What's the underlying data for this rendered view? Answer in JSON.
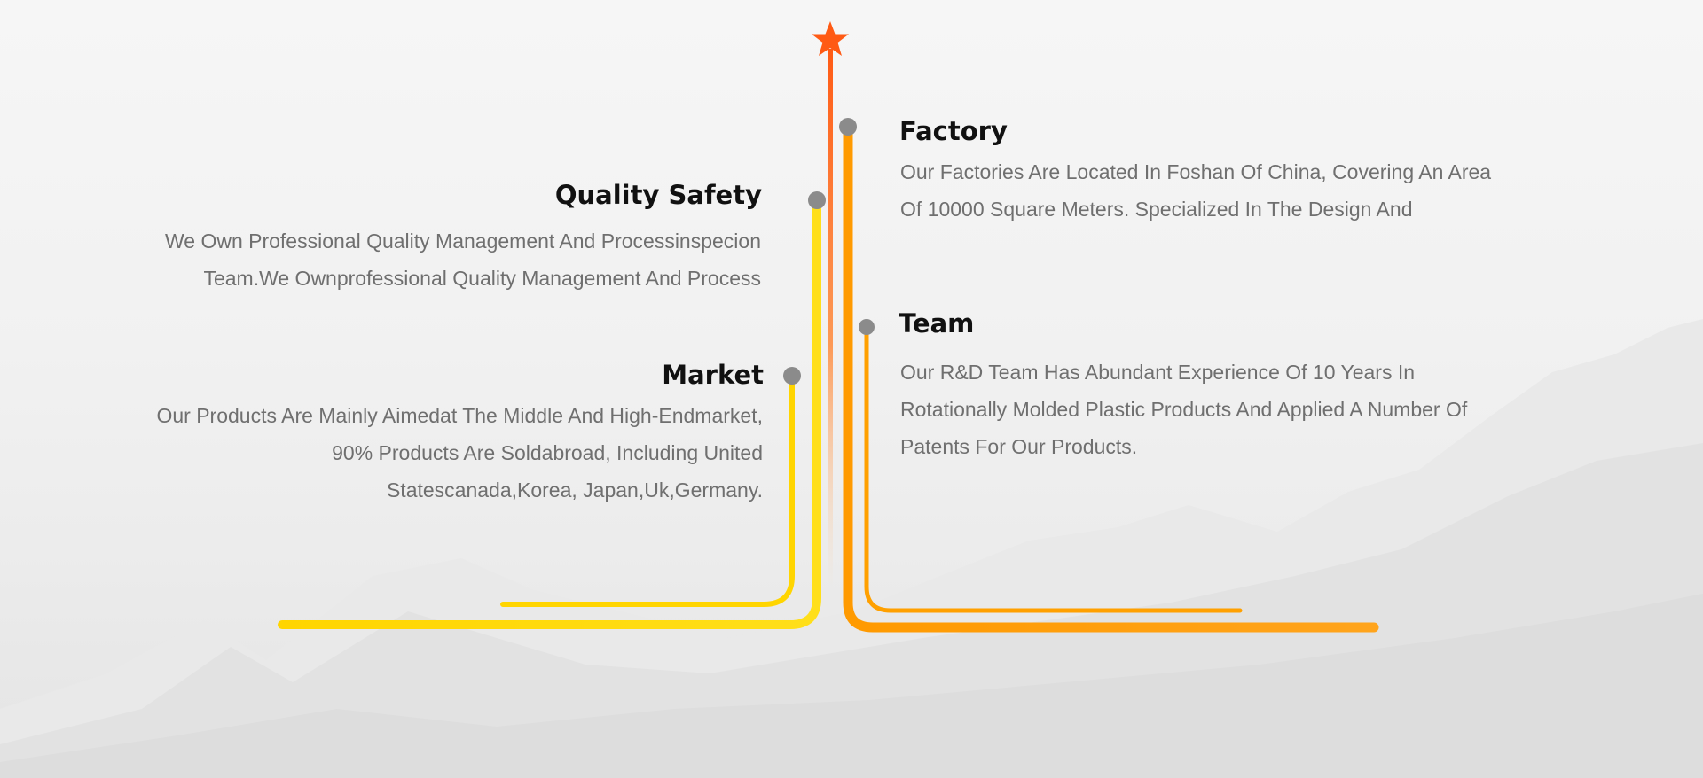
{
  "colors": {
    "star": "#ff5a14",
    "yellow": "#ffd500",
    "orange": "#ffa000",
    "heading": "#111111",
    "body_text": "#6f6f6f",
    "node_dot": "#8b8b8b"
  },
  "icons": {
    "top": "star-icon"
  },
  "sections": {
    "factory": {
      "title": "Factory",
      "lines": [
        "Our Factories Are Located In Foshan Of China, Covering An Area",
        "Of 10000 Square Meters. Specialized In The Design And"
      ]
    },
    "quality_safety": {
      "title": "Quality Safety",
      "lines": [
        "We Own Professional Quality Management And Processinspecion",
        "Team.We Ownprofessional Quality Management And Process"
      ]
    },
    "team": {
      "title": "Team",
      "lines": [
        "Our R&D Team Has Abundant Experience Of 10 Years In",
        "Rotationally Molded Plastic Products And Applied A Number Of",
        "Patents For Our Products."
      ]
    },
    "market": {
      "title": "Market",
      "lines": [
        "Our Products Are Mainly Aimedat The Middle And High-Endmarket,",
        "90% Products Are Soldabroad, Including United",
        "Statescanada,Korea, Japan,Uk,Germany."
      ]
    }
  }
}
